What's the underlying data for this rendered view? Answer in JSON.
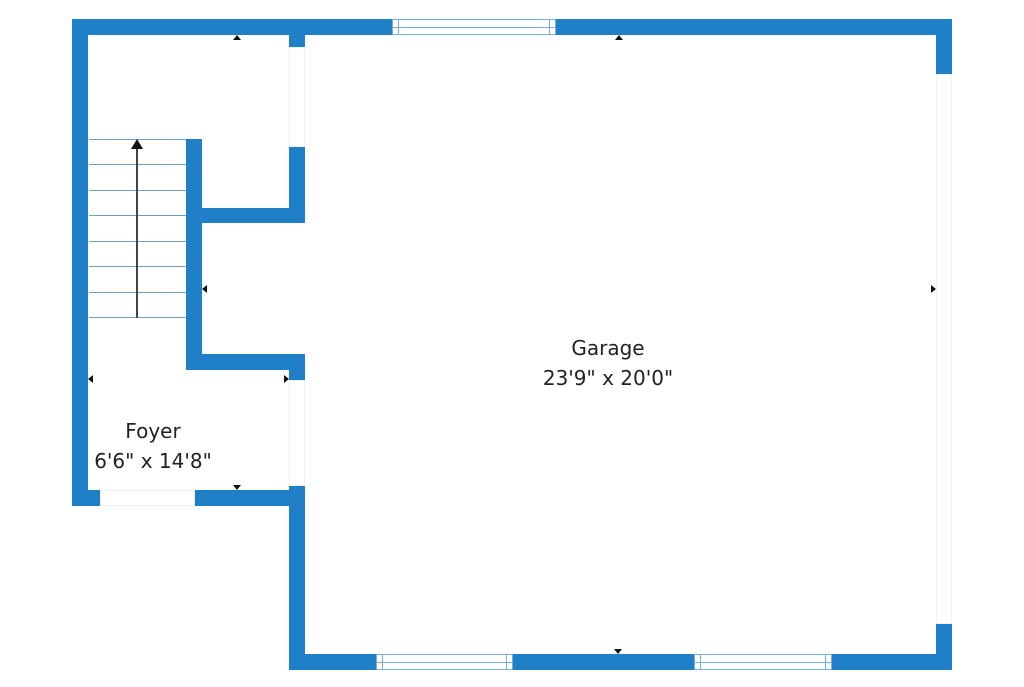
{
  "floorplan": {
    "wall_color": "#1f80c8",
    "rooms": [
      {
        "name": "Garage",
        "dimensions": "23'9\" x 20'0\""
      },
      {
        "name": "Foyer",
        "dimensions": "6'6\" x 14'8\""
      }
    ],
    "features": {
      "stairs": {
        "direction": "up",
        "steps": 7
      },
      "windows": 3
    }
  }
}
